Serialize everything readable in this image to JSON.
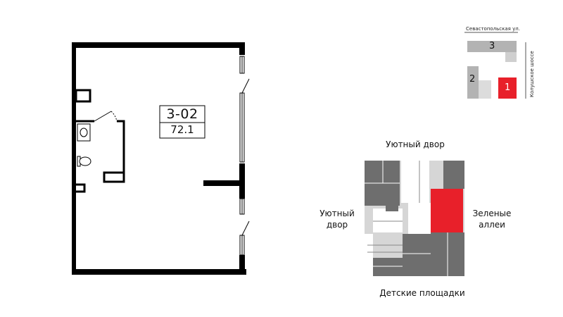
{
  "unit": {
    "code": "3-02",
    "area": "72.1",
    "highlight_color": "#e8202a"
  },
  "orientation": {
    "top": "Уютный двор",
    "left": "Уютный\nдвор",
    "right": "Зеленые\nаллеи",
    "bottom": "Детские площадки"
  },
  "site_map": {
    "street_top": "Севастопольская ул.",
    "street_right": "Колушское шоссе",
    "buildings": [
      {
        "number": "3",
        "color": "#b3b3b3"
      },
      {
        "number": "2",
        "color": "#b3b3b3"
      },
      {
        "number": "1",
        "color": "#e8202a",
        "selected": true
      }
    ]
  },
  "colors": {
    "wall": "#000000",
    "unit_grey": "#6e6e6e",
    "light_grey": "#cfcfcf"
  }
}
